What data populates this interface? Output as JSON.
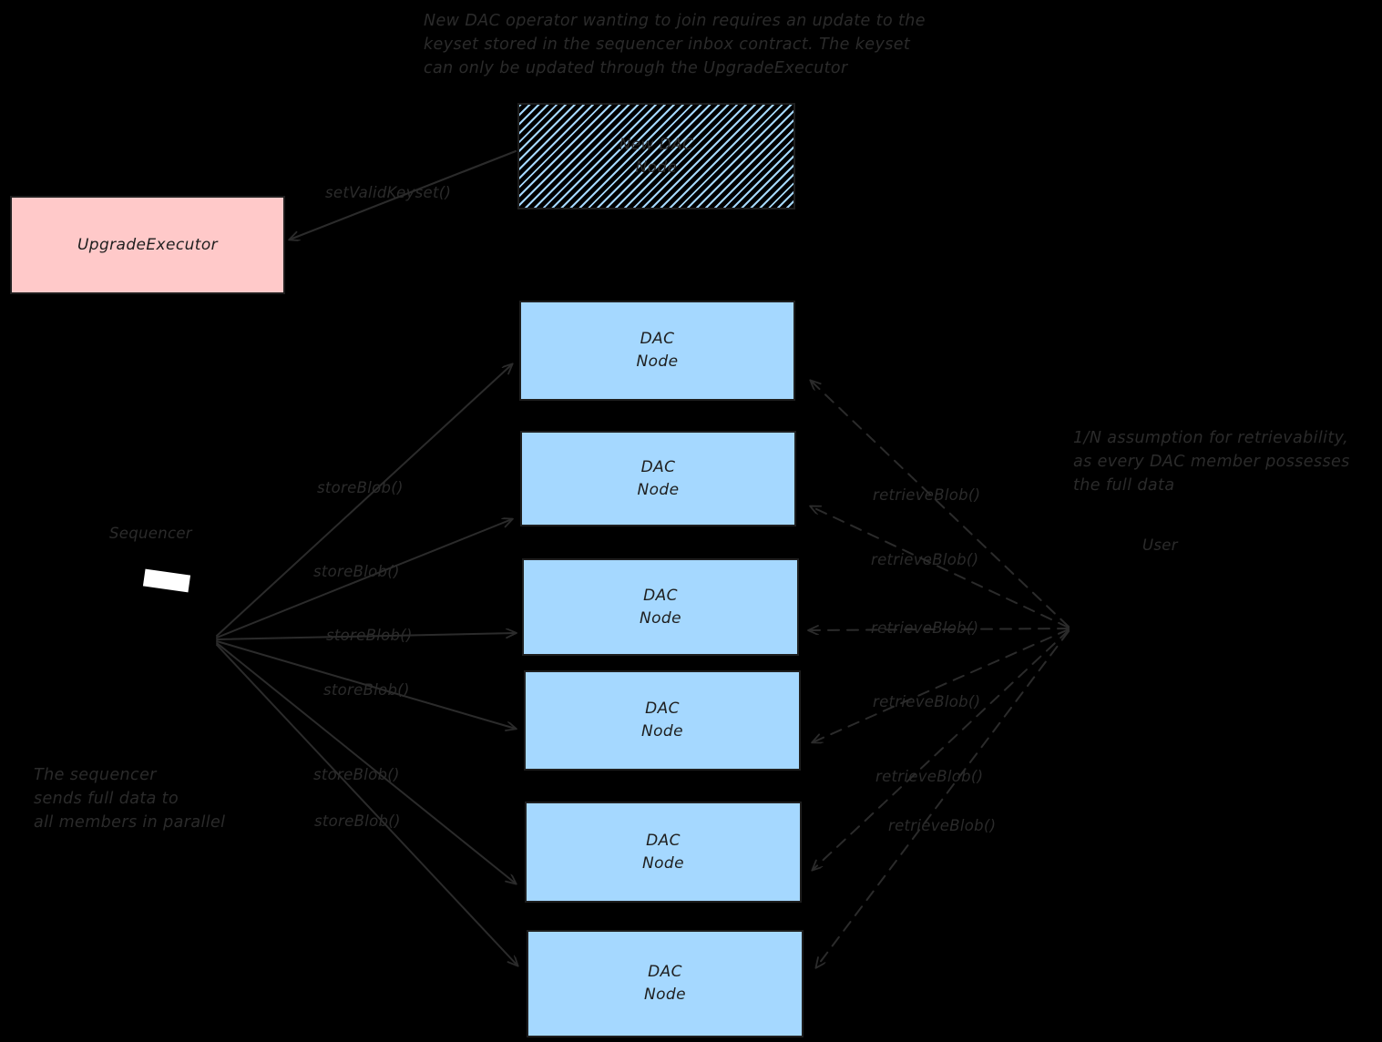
{
  "diagram": {
    "title_note": "New DAC operator wanting to join requires an update to the\nkeyset stored in the sequencer inbox contract. The keyset\ncan only be updated through the UpgradeExecutor",
    "sequencer_note": "The sequencer\nsends full data to\nall members in parallel",
    "retrievability_note": "1/N assumption for retrievability,\nas every DAC member possesses\nthe full data"
  },
  "shapes": {
    "new_dac_node": {
      "line1": "New DAC",
      "line2": "Node"
    },
    "upgrade_executor": {
      "label": "UpgradeExecutor"
    },
    "sequencer": {
      "label": "Sequencer"
    },
    "user": {
      "label": "User"
    },
    "dac_nodes": [
      {
        "line1": "DAC",
        "line2": "Node"
      },
      {
        "line1": "DAC",
        "line2": "Node"
      },
      {
        "line1": "DAC",
        "line2": "Node"
      },
      {
        "line1": "DAC",
        "line2": "Node"
      },
      {
        "line1": "DAC",
        "line2": "Node"
      },
      {
        "line1": "DAC",
        "line2": "Node"
      }
    ]
  },
  "edges": {
    "set_valid_keyset": "setValidKeyset()",
    "store_blob": [
      "storeBlob()",
      "storeBlob()",
      "storeBlob()",
      "storeBlob()",
      "storeBlob()",
      "storeBlob()"
    ],
    "retrieve_blob": [
      "retrieveBlob()",
      "retrieveBlob()",
      "retrieveBlob()",
      "retrieveBlob()",
      "retrieveBlob()",
      "retrieveBlob()"
    ]
  },
  "colors": {
    "node_fill": "#a5d8ff",
    "executor_fill": "#ffc9c9",
    "stroke": "#1e1e1e",
    "background": "#000000",
    "text": "#2b2b2b"
  }
}
